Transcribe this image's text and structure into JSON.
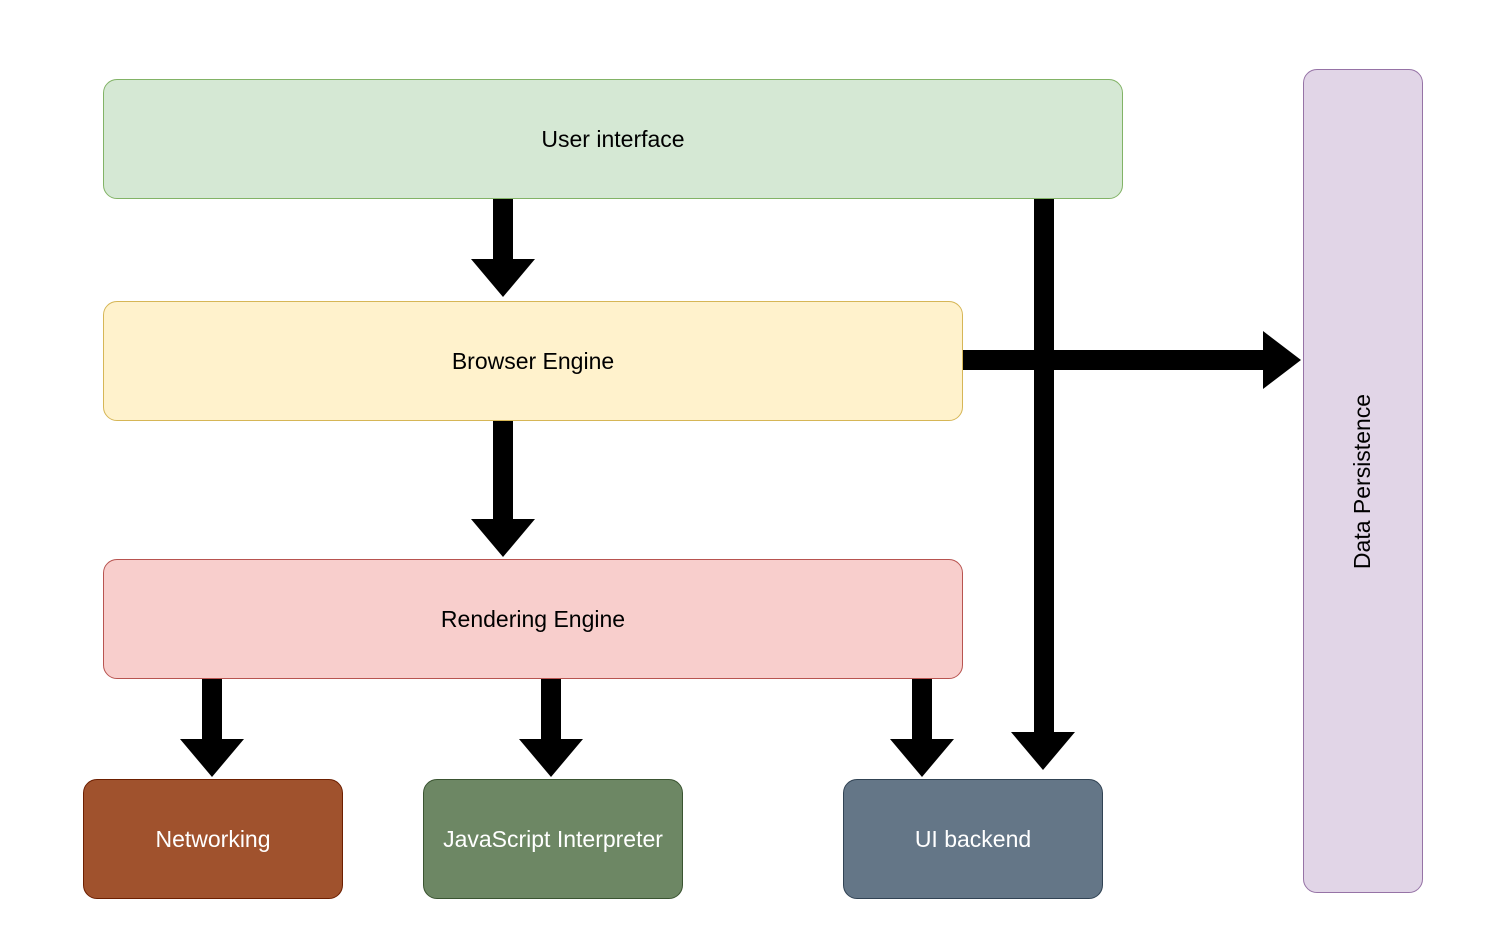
{
  "boxes": {
    "user_interface": "User interface",
    "browser_engine": "Browser Engine",
    "rendering_engine": "Rendering Engine",
    "networking": "Networking",
    "javascript_interpreter": "JavaScript Interpreter",
    "ui_backend": "UI backend",
    "data_persistence": "Data Persistence"
  },
  "colors": {
    "user_interface_fill": "#d5e8d4",
    "browser_engine_fill": "#fff2cc",
    "rendering_engine_fill": "#f8cecc",
    "networking_fill": "#a0522d",
    "javascript_interpreter_fill": "#6d8764",
    "ui_backend_fill": "#647687",
    "data_persistence_fill": "#e1d5e7",
    "arrow": "#000000"
  },
  "edges": [
    {
      "from": "User interface",
      "to": "Browser Engine"
    },
    {
      "from": "User interface",
      "to": "UI backend"
    },
    {
      "from": "Browser Engine",
      "to": "Data Persistence"
    },
    {
      "from": "Browser Engine",
      "to": "Rendering Engine"
    },
    {
      "from": "Rendering Engine",
      "to": "Networking"
    },
    {
      "from": "Rendering Engine",
      "to": "JavaScript Interpreter"
    },
    {
      "from": "Rendering Engine",
      "to": "UI backend"
    }
  ]
}
